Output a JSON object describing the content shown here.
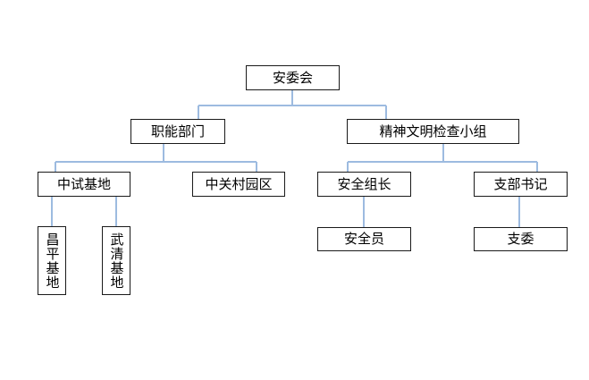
{
  "org": {
    "root": "安委会",
    "functional_dept": "职能部门",
    "spiritual_group": "精神文明检查小组",
    "zhongshi_base": "中试基地",
    "zhongguancun_park": "中关村园区",
    "safety_leader": "安全组长",
    "branch_secretary": "支部书记",
    "changping_base": "昌平基地",
    "wuqing_base": "武清基地",
    "safety_officer": "安全员",
    "branch_committee": "支委"
  },
  "colors": {
    "connector": "#9dbbe0",
    "border": "#1a1a1a"
  }
}
